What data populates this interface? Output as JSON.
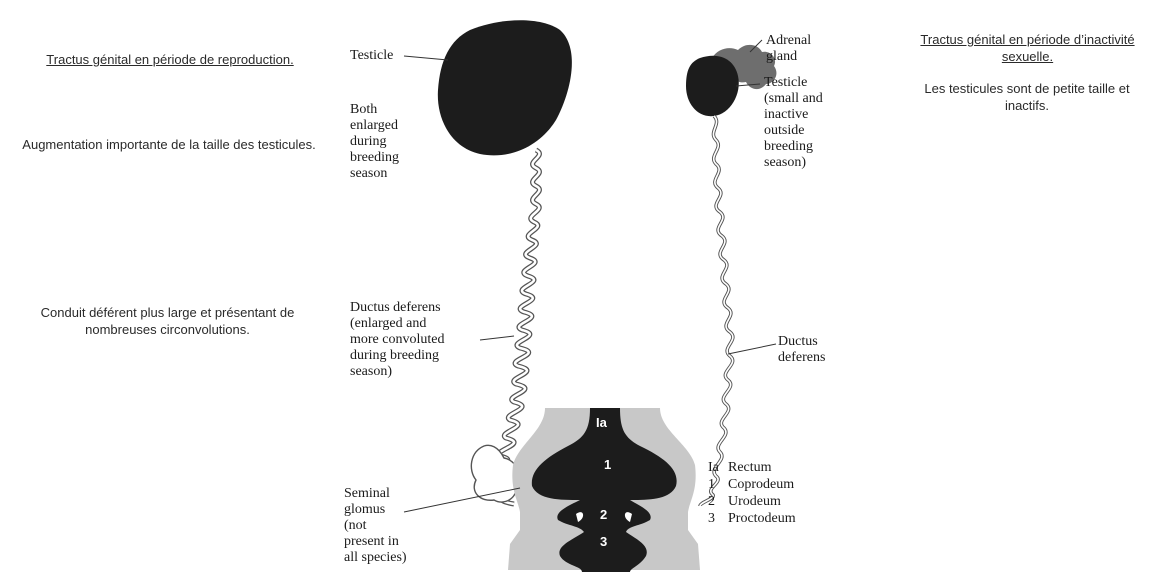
{
  "left_panel": {
    "title": "Tractus génital en période de reproduction.",
    "testicles_note": "Augmentation importante de la taille des testicules.",
    "ductus_note": "Conduit déférent plus large et présentant de nombreuses circonvolutions."
  },
  "right_panel": {
    "title": "Tractus génital en période d’inactivité sexuelle.",
    "testicles_note": "Les testicules sont de petite taille et inactifs."
  },
  "labels": {
    "testicle_breeding": "Testicle",
    "both_enlarged": "Both\nenlarged\nduring\nbreeding\nseason",
    "adrenal_gland": "Adrenal\ngland",
    "testicle_inactive": "Testicle\n(small and\ninactive\noutside\nbreeding\nseason)",
    "ductus_breeding": "Ductus deferens\n(enlarged and\nmore convoluted\nduring breeding\nseason)",
    "ductus_inactive": "Ductus\ndeferens",
    "seminal_glomus": "Seminal\nglomus\n(not\npresent in\nall species)"
  },
  "cloaca_numbers": {
    "rectum": "Ia",
    "coprodeum": "1",
    "urodeum": "2",
    "proctodeum": "3"
  },
  "legend": [
    {
      "num": "Ia",
      "name": "Rectum"
    },
    {
      "num": "1",
      "name": "Coprodeum"
    },
    {
      "num": "2",
      "name": "Urodeum"
    },
    {
      "num": "3",
      "name": "Proctodeum"
    }
  ],
  "colors": {
    "organ": "#1c1c1c",
    "cloaca_wall": "#c8c8c8",
    "duct_outline": "#555555"
  }
}
